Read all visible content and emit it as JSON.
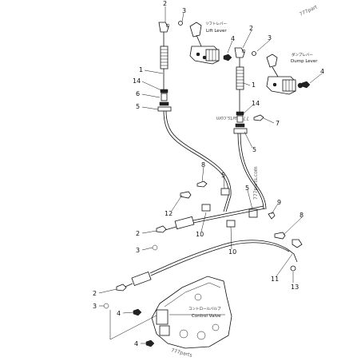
{
  "labels": {
    "lift_lever_jp": "リフトレバー",
    "lift_lever_en": "Lift Lever",
    "dump_lever_jp": "ダンプレバー",
    "dump_lever_en": "Dump Lever",
    "control_valve_jp": "コントロールバルブ",
    "control_valve_en": "Control Valve",
    "watermark_top": "777part",
    "watermark_mid": "777parts.com",
    "watermark_side": "777parts.com",
    "watermark_bottom": "777parts"
  },
  "callouts": {
    "c_2a": "2",
    "c_3a": "3",
    "c_4a": "4",
    "c_2b": "2",
    "c_3b": "3",
    "c_4b": "4",
    "c_1a": "1",
    "c_14a": "14",
    "c_6": "6",
    "c_5a": "5",
    "c_1b": "1",
    "c_14b": "14",
    "c_7": "7",
    "c_5b": "5",
    "c_8a": "8",
    "c_5c": "5",
    "c_5d": "5",
    "c_12": "12",
    "c_9": "9",
    "c_10a": "10",
    "c_10b": "10",
    "c_8b": "8",
    "c_2c": "2",
    "c_3c": "3",
    "c_11": "11",
    "c_13": "13",
    "c_2d": "2",
    "c_3d": "3",
    "c_4c": "4",
    "c_4d": "4"
  }
}
